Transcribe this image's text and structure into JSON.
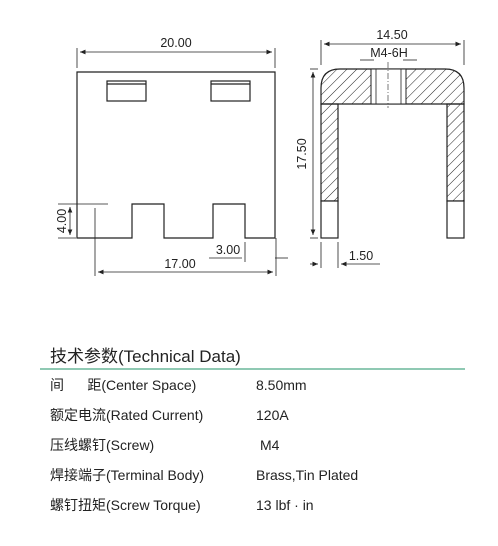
{
  "drawing": {
    "front_view": {
      "width_label": "20.00",
      "inner_width_label": "17.00",
      "slot_width_label": "3.00",
      "slot_height_label": "4.00"
    },
    "side_view": {
      "width_label": "14.50",
      "screw_label": "M4-6H",
      "height_label": "17.50",
      "thickness_label": "1.50"
    }
  },
  "spec": {
    "title": "技术参数(Technical Data)",
    "rows": [
      {
        "label": "间      距(Center Space)",
        "value": "8.50mm"
      },
      {
        "label": "额定电流(Rated Current)",
        "value": "120A"
      },
      {
        "label": "压线螺钉(Screw)",
        "value": "M4"
      },
      {
        "label": "焊接端子(Terminal Body)",
        "value": "Brass,Tin Plated"
      },
      {
        "label": "螺钉扭矩(Screw Torque)",
        "value": "13 lbf · in"
      }
    ]
  },
  "colors": {
    "line": "#222222",
    "rule": "#8fc9b3"
  }
}
